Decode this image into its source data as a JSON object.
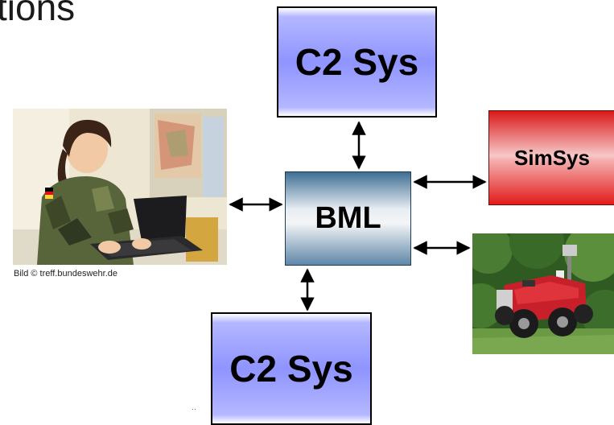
{
  "heading": "tions",
  "nodes": {
    "c2_top": "C2 Sys",
    "c2_bottom": "C2 Sys",
    "bml": "BML",
    "simsys": "SimSys"
  },
  "photos": {
    "soldier_caption": "Bild © treff.bundeswehr.de"
  },
  "footer_mark": "··"
}
